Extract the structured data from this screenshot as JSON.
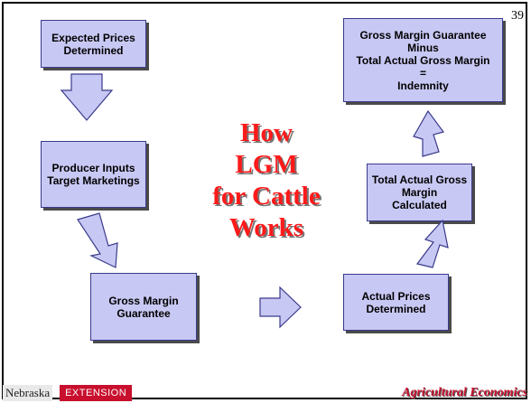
{
  "page_number": "39",
  "title": "How\nLGM\nfor Cattle\nWorks",
  "boxes": {
    "expected_prices": "Expected Prices\nDetermined",
    "producer_inputs": "Producer Inputs\nTarget Marketings",
    "gross_margin_guarantee": "Gross Margin\nGuarantee",
    "actual_prices": "Actual Prices\nDetermined",
    "total_actual_gross_margin": "Total Actual Gross\nMargin\nCalculated",
    "indemnity_formula": "Gross Margin Guarantee\nMinus\nTotal Actual Gross Margin\n=\nIndemnity"
  },
  "footer": {
    "logo_left_text": "Nebraska",
    "logo_right_text": "EXTENSION",
    "department": "Agricultural Economics"
  },
  "colors": {
    "box_fill": "#c8c8f4",
    "title_red": "#ff1a1a",
    "brand_red": "#c8102e"
  }
}
